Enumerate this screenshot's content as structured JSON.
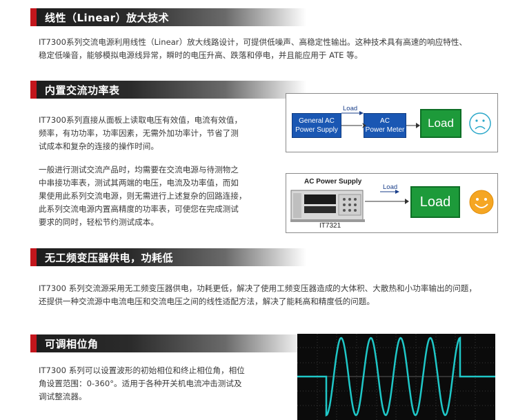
{
  "sections": [
    {
      "title": "线性（Linear）放大技术",
      "paragraphs": [
        "IT7300系列交流电源利用线性（Linear）放大线路设计，可提供低噪声、高稳定性输出。这种技术具有高速的响应特性、",
        "稳定低噪音，能够模拟电源线异常，瞬时的电压升高、跌落和停电，并且能应用于 ATE 等。"
      ]
    },
    {
      "title": "内置交流功率表",
      "paragraphs": [
        "IT7300系列直接从面板上读取电压有效值，电流有效值，",
        "频率，有功功率，功率因素，无需外加功率计，节省了测",
        "试成本和复杂的连接的操作时间。"
      ],
      "paragraphs2": [
        "一般进行测试交流产品时，均需要在交流电源与待测物之",
        "中串接功率表，测试其两端的电压，电流及功率值，而如",
        "果使用此系列交流电源，则无需进行上述复杂的回路连接，",
        "此系列交流电源内置高精度的功率表，可使您在完成测试",
        "要求的同时，轻松节约测试成本。"
      ]
    },
    {
      "title": "无工频变压器供电，功耗低",
      "paragraphs": [
        "IT7300 系列交流源采用无工频变压器供电，功耗更低，解决了使用工频变压器造成的大体积、大散热和小功率输出的问题，",
        "还提供一种交流源中电流电压和交流电压之间的线性适配方法，解决了能耗高和精度低的问题。"
      ]
    },
    {
      "title": "可调相位角",
      "paragraphs": [
        "IT7300 系列可以设置波形的初始相位和终止相位角，相位",
        "角设置范围：0-360°。适用于各种开关机电流冲击测试及",
        "调试整流器。"
      ]
    }
  ],
  "diagram1": {
    "box1_line1": "General AC",
    "box1_line2": "Power Supply",
    "box2_line1": "AC",
    "box2_line2": "Power Meter",
    "arrow_label": "Load",
    "load": "Load",
    "face": "sad"
  },
  "diagram2": {
    "device_title": "AC Power Supply",
    "device_model": "IT7321",
    "arrow_label": "Load",
    "load": "Load",
    "face": "happy"
  },
  "colors": {
    "accent_red": "#c3161c",
    "diagram_blue": "#1a57b3",
    "diagram_green": "#1d9a3a",
    "smiley_yellow": "#f5a623",
    "scope_trace": "#1fc7c7"
  }
}
